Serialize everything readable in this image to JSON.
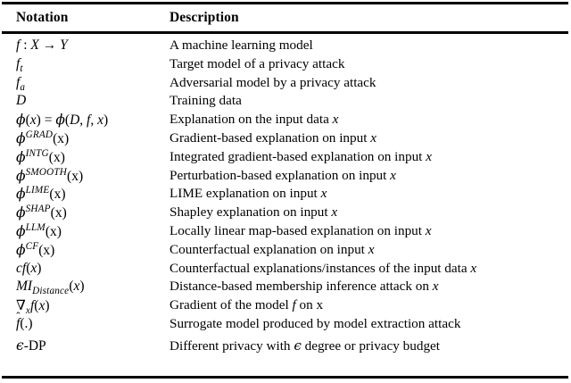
{
  "table": {
    "headers": {
      "notation": "Notation",
      "description": "Description"
    },
    "rows": [
      {
        "notation_plain": "f : X → Y",
        "description": "A machine learning model",
        "desc_pre": "A machine learning model",
        "desc_var": "",
        "desc_post": ""
      },
      {
        "notation_plain": "f_t",
        "description": "Target model of a privacy attack",
        "desc_pre": "Target model of a privacy attack",
        "desc_var": "",
        "desc_post": ""
      },
      {
        "notation_plain": "f_a",
        "description": "Adversarial model by a privacy attack",
        "desc_pre": "Adversarial model by a privacy attack",
        "desc_var": "",
        "desc_post": ""
      },
      {
        "notation_plain": "D",
        "description": "Training data",
        "desc_pre": "Training data",
        "desc_var": "",
        "desc_post": ""
      },
      {
        "notation_plain": "ϕ(x) = ϕ(D, f, x)",
        "description": "Explanation on the input data x",
        "desc_pre": "Explanation on the input data ",
        "desc_var": "x",
        "desc_post": ""
      },
      {
        "notation_plain": "ϕ^GRAD(x)",
        "description": "Gradient-based explanation on input x",
        "desc_pre": "Gradient-based explanation on input ",
        "desc_var": "x",
        "desc_post": ""
      },
      {
        "notation_plain": "ϕ^INTG(x)",
        "description": "Integrated gradient-based explanation on input x",
        "desc_pre": "Integrated gradient-based explanation on input ",
        "desc_var": "x",
        "desc_post": ""
      },
      {
        "notation_plain": "ϕ^SMOOTH(x)",
        "description": "Perturbation-based explanation on input x",
        "desc_pre": "Perturbation-based explanation on input ",
        "desc_var": "x",
        "desc_post": ""
      },
      {
        "notation_plain": "ϕ^LIME(x)",
        "description": "LIME explanation on input x",
        "desc_pre": "LIME explanation on input ",
        "desc_var": "x",
        "desc_post": ""
      },
      {
        "notation_plain": "ϕ^SHAP(x)",
        "description": "Shapley explanation on input x",
        "desc_pre": "Shapley explanation on input ",
        "desc_var": "x",
        "desc_post": ""
      },
      {
        "notation_plain": "ϕ^LLM(x)",
        "description": "Locally linear map-based explanation on input x",
        "desc_pre": "Locally linear map-based explanation on input ",
        "desc_var": "x",
        "desc_post": ""
      },
      {
        "notation_plain": "ϕ^CF(x)",
        "description": "Counterfactual explanation on input x",
        "desc_pre": "Counterfactual explanation on input ",
        "desc_var": "x",
        "desc_post": ""
      },
      {
        "notation_plain": "cf(x)",
        "description": "Counterfactual explanations/instances of the input data x",
        "desc_pre": "Counterfactual explanations/instances of the input data ",
        "desc_var": "x",
        "desc_post": ""
      },
      {
        "notation_plain": "MI_Distance(x)",
        "description": "Distance-based membership inference attack on x",
        "desc_pre": "Distance-based membership inference attack on ",
        "desc_var": "x",
        "desc_post": ""
      },
      {
        "notation_plain": "∇_x f(x)",
        "description": "Gradient of the model f on x",
        "desc_pre": "Gradient of the model ",
        "desc_var": "f",
        "desc_post": " on x"
      },
      {
        "notation_plain": "f̂(.)",
        "description": "Surrogate model produced by model extraction attack",
        "desc_pre": "Surrogate model produced by model extraction attack",
        "desc_var": "",
        "desc_post": ""
      },
      {
        "notation_plain": "ϵ-DP",
        "description": "Different privacy with ϵ degree or privacy budget",
        "desc_pre": "Different privacy with ",
        "desc_var": "ϵ",
        "desc_post": " degree or privacy budget"
      }
    ],
    "notation_parts": {
      "r0": {
        "f": "f",
        "colon": " : ",
        "X": "X",
        "arrow": " → ",
        "Y": "Y"
      },
      "r1": {
        "f": "f",
        "sub": "t"
      },
      "r2": {
        "f": "f",
        "sub": "a"
      },
      "r3": {
        "D": "D"
      },
      "r4": {
        "phi": "ϕ",
        "open": "(",
        "x": "x",
        "close": ")",
        "eq": " = ",
        "phi2": "ϕ",
        "open2": "(",
        "D": "D",
        "comma1": ", ",
        "f": "f",
        "comma2": ", ",
        "x2": "x",
        "close2": ")"
      },
      "r5": {
        "phi": "ϕ",
        "sup": "GRAD",
        "arg": "(x)"
      },
      "r6": {
        "phi": "ϕ",
        "sup": "INTG",
        "arg": "(x)"
      },
      "r7": {
        "phi": "ϕ",
        "sup": "SMOOTH",
        "arg": "(x)"
      },
      "r8": {
        "phi": "ϕ",
        "sup": "LIME",
        "arg": "(x)"
      },
      "r9": {
        "phi": "ϕ",
        "sup": "SHAP",
        "arg": "(x)"
      },
      "r10": {
        "phi": "ϕ",
        "sup": "LLM",
        "arg": "(x)"
      },
      "r11": {
        "phi": "ϕ",
        "sup": "CF",
        "arg": "(x)"
      },
      "r12": {
        "c": "c",
        "f": "f",
        "open": "(",
        "x": "x",
        "close": ")"
      },
      "r13": {
        "MI": "MI",
        "sub": "Distance",
        "open": "(",
        "x": "x",
        "close": ")"
      },
      "r14": {
        "nabla": "∇",
        "sub": "x",
        "f": "f",
        "open": "(",
        "x": "x",
        "close": ")"
      },
      "r15": {
        "f": "f",
        "hat": "ˆ",
        "arg": "(.)"
      },
      "r16": {
        "eps": "ϵ",
        "dash": "-",
        "dp": "DP"
      }
    }
  },
  "colors": {
    "text": "#000000",
    "rule": "#000000",
    "background": "#ffffff"
  }
}
